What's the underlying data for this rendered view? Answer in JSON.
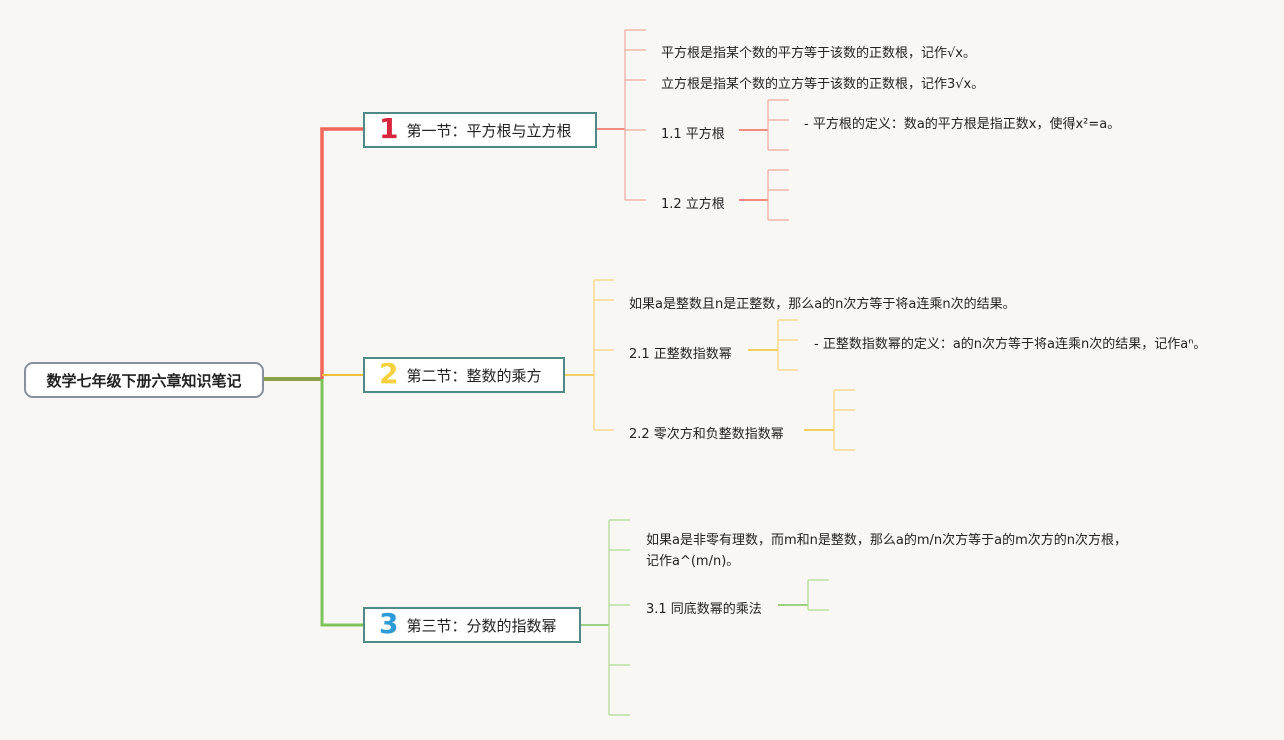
{
  "root": {
    "title": "数学七年级下册六章知识笔记"
  },
  "colors": {
    "branch1": "#f0675a",
    "branch2": "#f5c038",
    "branch3": "#7fc35d",
    "rootLink": "#8aa24a",
    "leaf1": "#f2aa9f",
    "leaf2": "#f8d47e",
    "leaf3": "#aedc93"
  },
  "sections": [
    {
      "num": "1",
      "title": "第一节：平方根与立方根",
      "num_color": "#d7263d",
      "notes": [
        "平方根是指某个数的平方等于该数的正数根，记作√x。",
        "立方根是指某个数的立方等于该数的正数根，记作3√x。"
      ],
      "subs": [
        {
          "label": "1.1 平方根",
          "detail": "- 平方根的定义：数a的平方根是指正数x，使得x²=a。"
        },
        {
          "label": "1.2 立方根"
        }
      ]
    },
    {
      "num": "2",
      "title": "第二节：整数的乘方",
      "num_color": "#f5d142",
      "notes": [
        "如果a是整数且n是正整数，那么a的n次方等于将a连乘n次的结果。"
      ],
      "subs": [
        {
          "label": "2.1 正整数指数幂",
          "detail": "- 正整数指数幂的定义：a的n次方等于将a连乘n次的结果，记作aⁿ。"
        },
        {
          "label": "2.2 零次方和负整数指数幂"
        }
      ]
    },
    {
      "num": "3",
      "title": "第三节：分数的指数幂",
      "num_color": "#2d9bd6",
      "notes": [
        "如果a是非零有理数，而m和n是整数，那么a的m/n次方等于a的m次方的n次方根，",
        "记作a^(m/n)。"
      ],
      "subs": [
        {
          "label": "3.1 同底数幂的乘法"
        }
      ]
    }
  ]
}
